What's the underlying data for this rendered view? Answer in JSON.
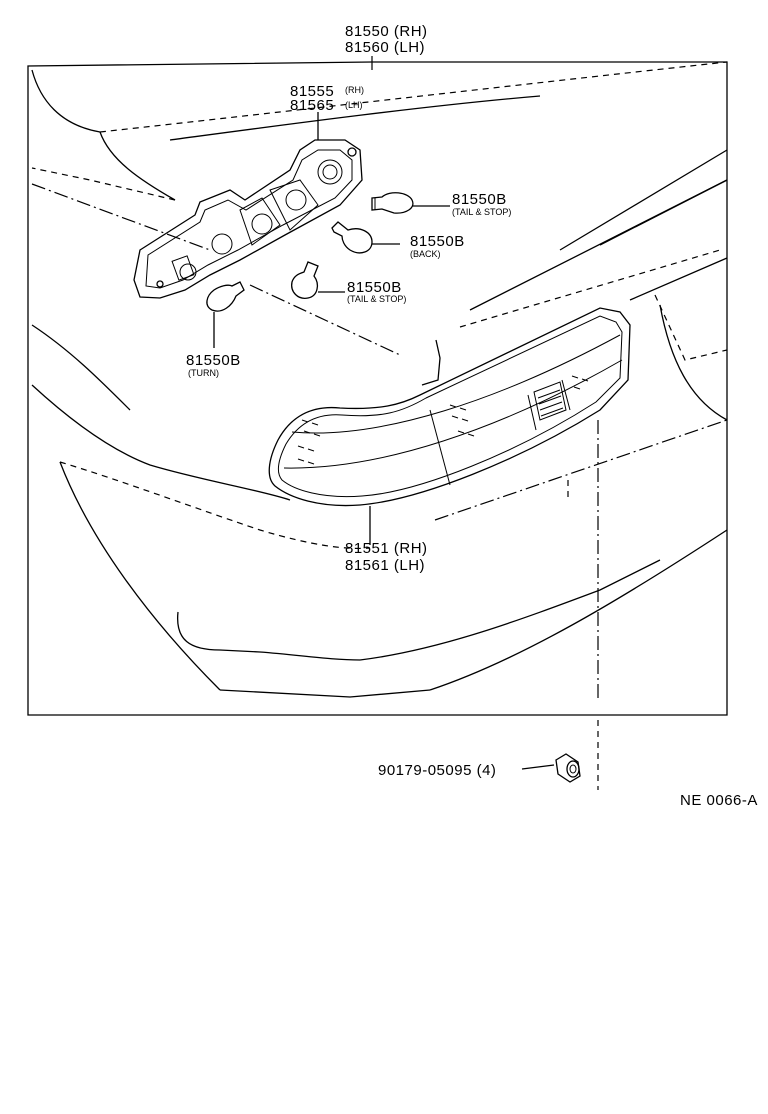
{
  "parts": {
    "assembly_rh": "81550 (RH)",
    "assembly_lh": "81560 (LH)",
    "socket_rh_num": "81555",
    "socket_rh_tag": "(RH)",
    "socket_lh_num": "81565",
    "socket_lh_tag": "(LH)",
    "bulb_tail_stop_1": "81550B",
    "bulb_tail_stop_1_desc": "(TAIL & STOP)",
    "bulb_back": "81550B",
    "bulb_back_desc": "(BACK)",
    "bulb_tail_stop_2": "81550B",
    "bulb_tail_stop_2_desc": "(TAIL & STOP)",
    "bulb_turn": "81550B",
    "bulb_turn_desc": "(TURN)",
    "lens_rh": "81551 (RH)",
    "lens_lh": "81561 (LH)",
    "nut": "90179-05095 (4)"
  },
  "diagram_code": "NE 0066-A"
}
